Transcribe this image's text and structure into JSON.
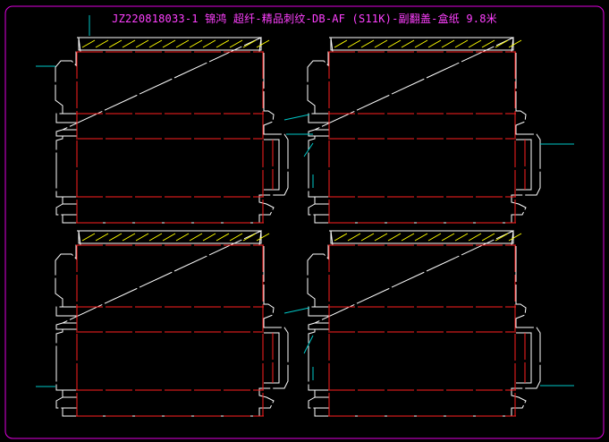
{
  "drawing": {
    "title": "JZ220818033-1 锦鸿 超纤-精品刺纹-DB-AF (S11K)-副翻盖-盒纸 9.8米",
    "colors": {
      "frame": "#e000e0",
      "title": "#ff40ff",
      "cut_line": "#ffffff",
      "crease_line": "#ff2020",
      "glue_hatch": "#ffff00",
      "bridge": "#00c8c8"
    }
  },
  "panels": [
    {
      "id": "top-left"
    },
    {
      "id": "top-right"
    },
    {
      "id": "bottom-left"
    },
    {
      "id": "bottom-right"
    }
  ]
}
